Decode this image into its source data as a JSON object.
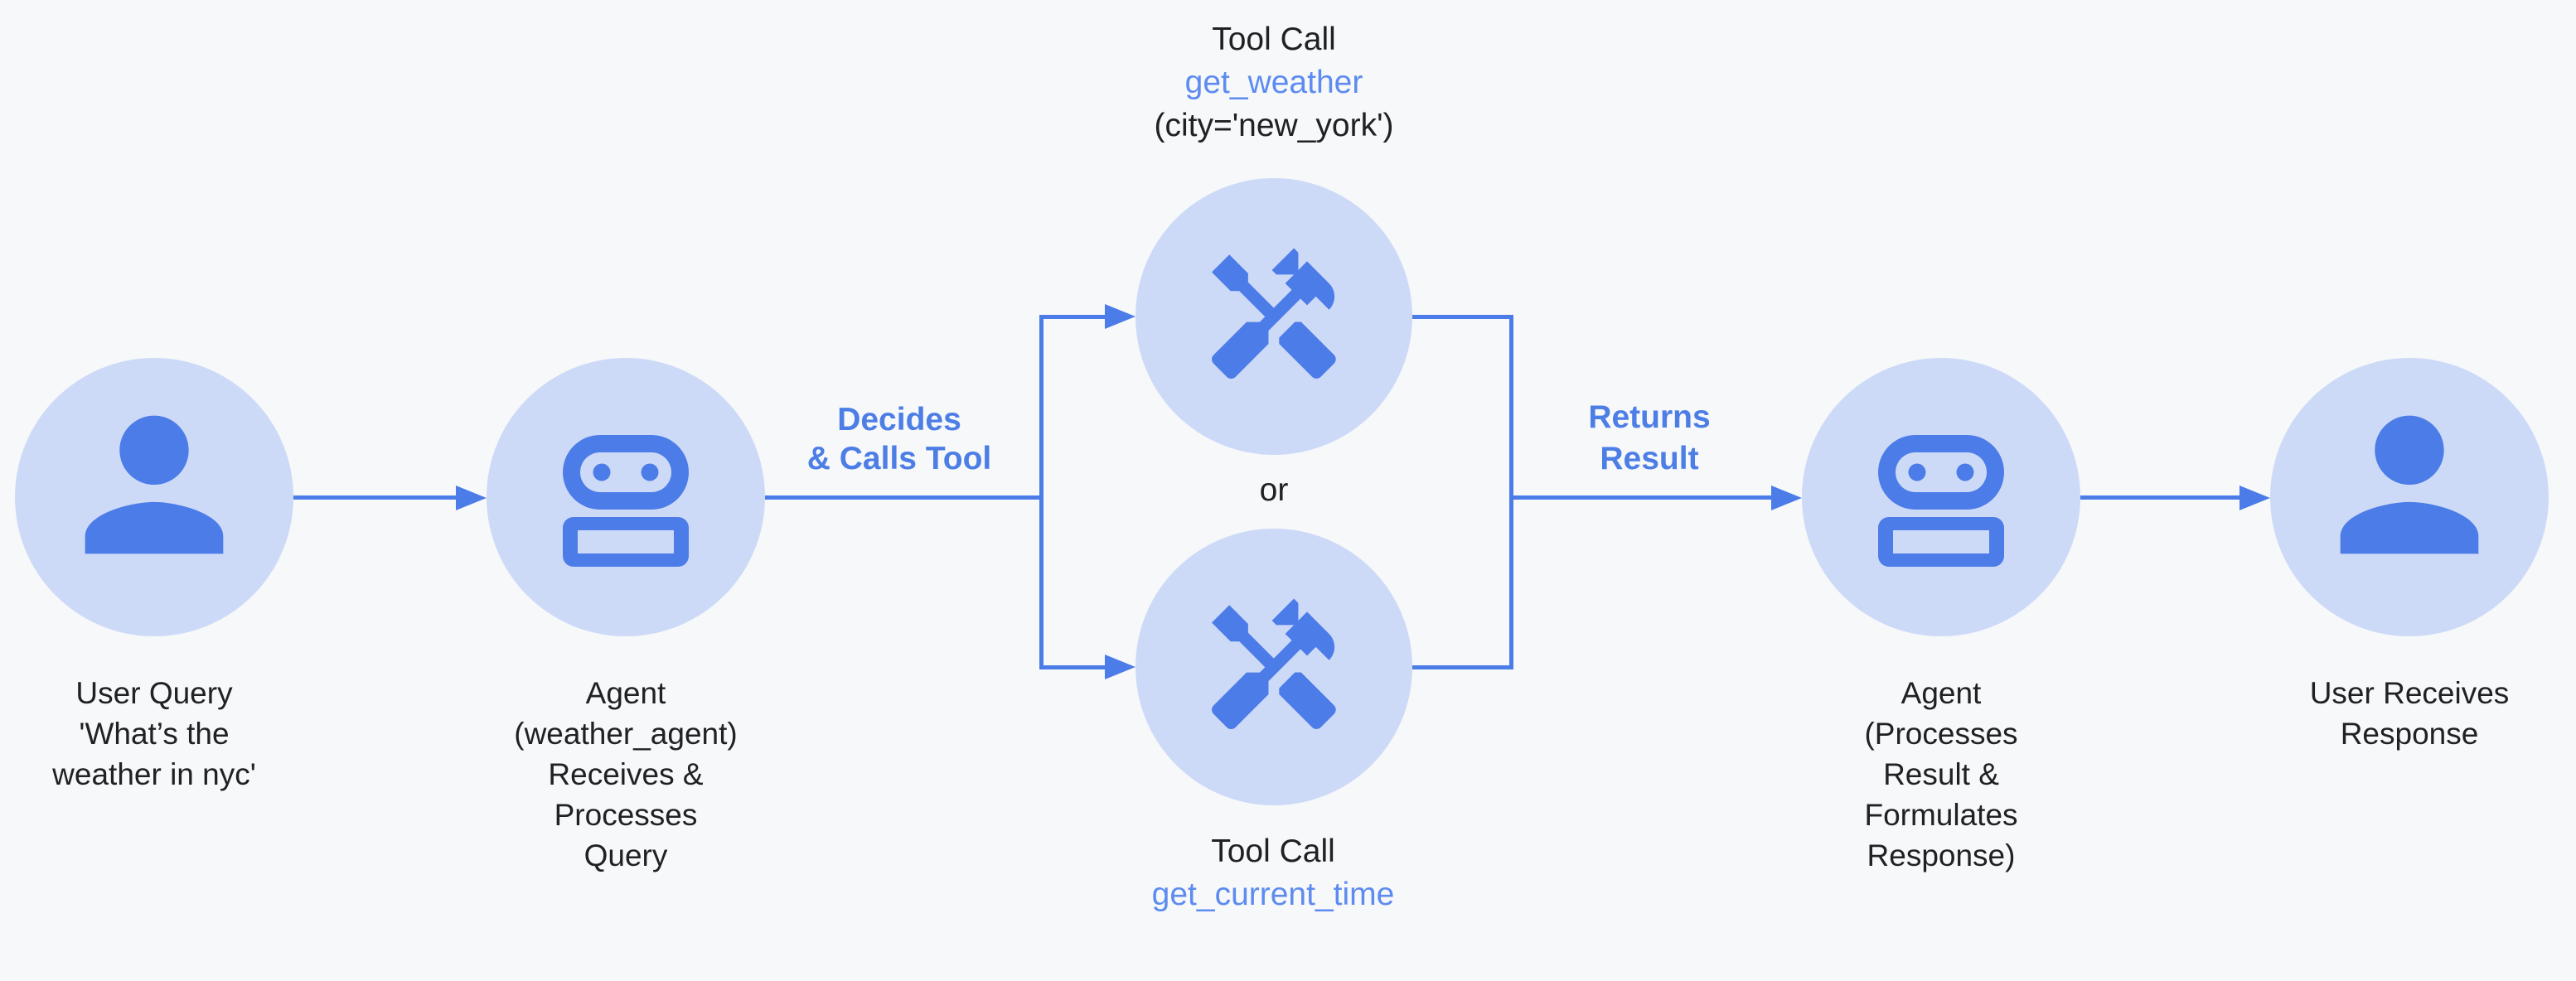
{
  "colors": {
    "background": "#f6f8fa",
    "circle_fill": "#cddaf7",
    "icon_blue": "#4c7ce8",
    "function_name_blue": "#5d8bef",
    "edge_label_blue": "#4d7ee6",
    "dark_text": "#202124"
  },
  "nodes": {
    "user_query": {
      "lines": [
        "User Query",
        "'What’s the",
        "weather in nyc'"
      ]
    },
    "agent_in": {
      "lines": [
        "Agent",
        "(weather_agent)",
        "Receives &",
        "Processes",
        "Query"
      ]
    },
    "tool_weather": {
      "title": "Tool Call",
      "function": "get_weather",
      "args": "(city='new_york')"
    },
    "tool_time": {
      "title": "Tool Call",
      "function": "get_current_time"
    },
    "agent_out": {
      "lines": [
        "Agent",
        "(Processes",
        "Result &",
        "Formulates",
        "Response)"
      ]
    },
    "user_response": {
      "lines": [
        "User Receives",
        "Response"
      ]
    }
  },
  "edges": {
    "decides": [
      "Decides",
      "& Calls Tool"
    ],
    "returns": [
      "Returns",
      "Result"
    ],
    "or": "or"
  }
}
